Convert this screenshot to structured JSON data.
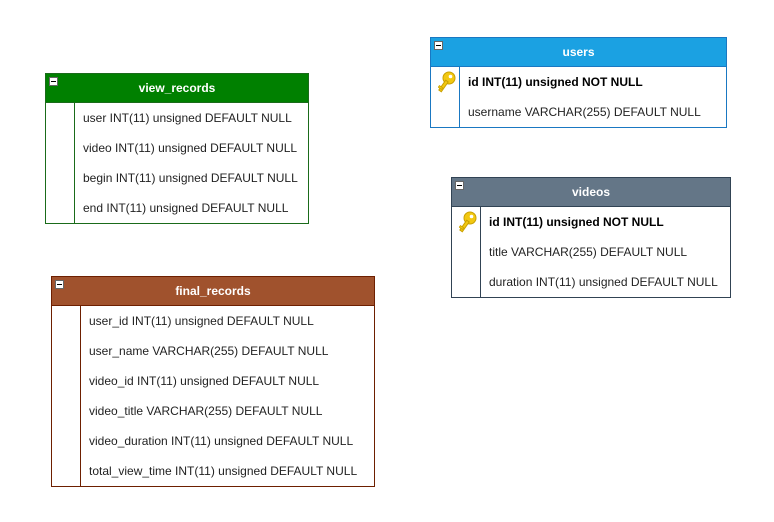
{
  "colors": {
    "view_records_header": "#008000",
    "users_header": "#1ba1e2",
    "videos_header": "#647687",
    "final_records_header": "#a0522d",
    "key_icon": "#f2c811"
  },
  "tables": {
    "view_records": {
      "title": "view_records",
      "fields": [
        "user INT(11) unsigned DEFAULT NULL",
        "video INT(11) unsigned DEFAULT NULL",
        "begin INT(11) unsigned DEFAULT NULL",
        "end INT(11) unsigned DEFAULT NULL"
      ]
    },
    "users": {
      "title": "users",
      "fields": [
        "id INT(11) unsigned NOT NULL",
        "username VARCHAR(255) DEFAULT NULL"
      ]
    },
    "videos": {
      "title": "videos",
      "fields": [
        "id INT(11) unsigned NOT NULL",
        "title VARCHAR(255) DEFAULT NULL",
        "duration INT(11) unsigned DEFAULT NULL"
      ]
    },
    "final_records": {
      "title": "final_records",
      "fields": [
        "user_id INT(11) unsigned DEFAULT NULL",
        "user_name VARCHAR(255) DEFAULT NULL",
        "video_id INT(11) unsigned DEFAULT NULL",
        "video_title VARCHAR(255) DEFAULT NULL",
        "video_duration INT(11) unsigned DEFAULT NULL",
        "total_view_time INT(11) unsigned DEFAULT NULL"
      ]
    }
  },
  "icons": {
    "collapse": "collapse-icon",
    "primary_key": "key-icon"
  }
}
